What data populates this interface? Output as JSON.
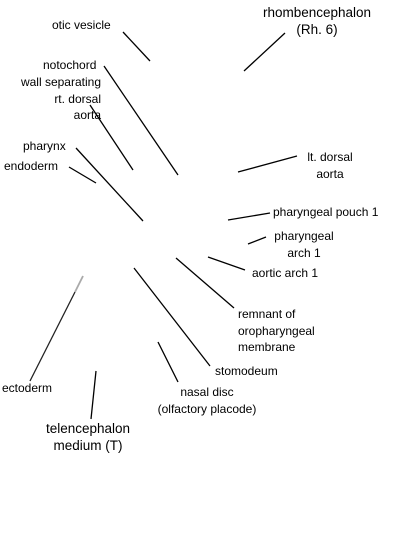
{
  "labels": {
    "otic_vesicle": "otic vesicle",
    "rhombencephalon": [
      "rhombencephalon",
      "(Rh. 6)"
    ],
    "notochord": "notochord",
    "wall_separating": [
      "wall separating",
      "rt. dorsal",
      "aorta"
    ],
    "pharynx": "pharynx",
    "endoderm": "endoderm",
    "lt_dorsal_aorta": [
      "lt. dorsal",
      "aorta"
    ],
    "pharyngeal_pouch_1": "pharyngeal pouch 1",
    "pharyngeal_arch_1": [
      "pharyngeal",
      "arch 1"
    ],
    "aortic_arch_1": "aortic arch 1",
    "remnant_membrane": [
      "remnant of",
      "oropharyngeal",
      "membrane"
    ],
    "stomodeum": "stomodeum",
    "nasal_disc": [
      "nasal disc",
      "(olfactory placode)"
    ],
    "ectoderm": "ectoderm",
    "telencephalon": [
      "telencephalon",
      "medium (T)"
    ]
  },
  "colors": {
    "line": "#000000",
    "text": "#000000",
    "background": "#ffffff"
  }
}
